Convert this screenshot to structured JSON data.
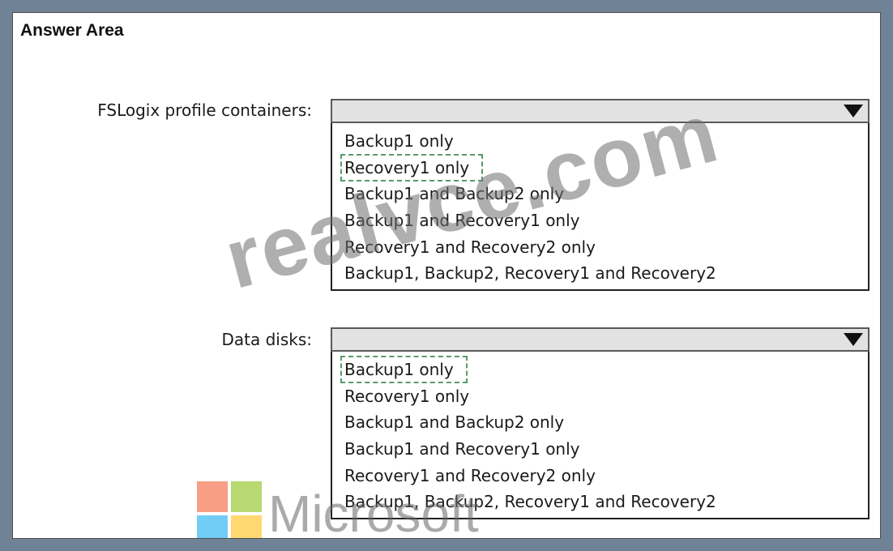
{
  "answer_area": {
    "title": "Answer Area"
  },
  "questions": [
    {
      "label": "FSLogix profile containers:",
      "selected_index": 1,
      "options": [
        "Backup1 only",
        "Recovery1 only",
        "Backup1 and Backup2 only",
        "Backup1 and Recovery1 only",
        "Recovery1 and Recovery2 only",
        "Backup1, Backup2, Recovery1 and Recovery2"
      ]
    },
    {
      "label": "Data disks:",
      "selected_index": 0,
      "options": [
        "Backup1 only",
        "Recovery1 only",
        "Backup1 and Backup2 only",
        "Backup1 and Recovery1 only",
        "Recovery1 and Recovery2 only",
        "Backup1, Backup2, Recovery1 and Recovery2"
      ]
    }
  ],
  "watermark": {
    "text": "realvce.com"
  },
  "logo": {
    "text": "Microsoft",
    "colors": [
      "#f25022",
      "#7fba00",
      "#00a4ef",
      "#ffb900"
    ]
  },
  "colors": {
    "frame": "#6f8296",
    "dropdown_header": "#e2e2e2",
    "selection_outline": "#5b9a6b"
  },
  "icons": {
    "dropdown_arrow": "triangle-down-icon"
  }
}
